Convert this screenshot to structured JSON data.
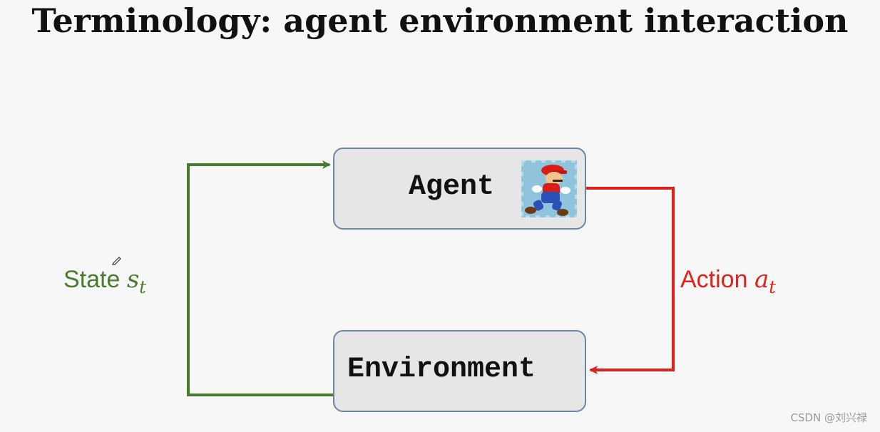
{
  "title": "Terminology: agent environment interaction",
  "nodes": {
    "agent": {
      "label": "Agent",
      "image": "mario-icon"
    },
    "environment": {
      "label": "Environment"
    }
  },
  "edges": {
    "state": {
      "label": "State",
      "symbol": "s",
      "subscript": "t",
      "color": "#4a7a2c"
    },
    "action": {
      "label": "Action",
      "symbol": "a",
      "subscript": "t",
      "color": "#e0201b"
    }
  },
  "colors": {
    "box_fill": "#e6e6e6",
    "box_border": "#6d86a6",
    "background": "#f7f7f7"
  },
  "watermark": "CSDN @刘兴禄"
}
